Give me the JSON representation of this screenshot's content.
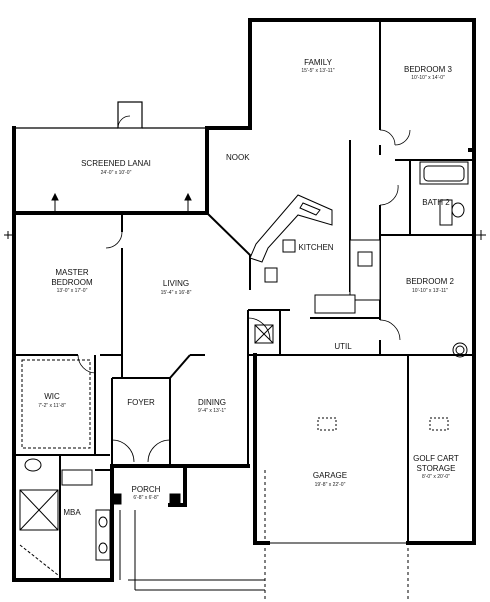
{
  "rooms": {
    "family": {
      "name": "FAMILY",
      "dims": "15'-5\" x 13'-11\""
    },
    "bedroom3": {
      "name": "BEDROOM 3",
      "dims": "10'-10\" x 14'-0\""
    },
    "lanai": {
      "name": "SCREENED LANAI",
      "dims": "24'-0\" x 10'-0\""
    },
    "nook": {
      "name": "NOOK"
    },
    "bath2": {
      "name": "BATH 2"
    },
    "kitchen": {
      "name": "KITCHEN"
    },
    "master": {
      "name1": "MASTER",
      "name2": "BEDROOM",
      "dims": "13'-0\" x 17'-0\""
    },
    "living": {
      "name": "LIVING",
      "dims": "15'-4\" x 16'-8\""
    },
    "bedroom2": {
      "name": "BEDROOM 2",
      "dims": "10'-10\" x 13'-11\""
    },
    "util": {
      "name": "UTIL"
    },
    "wic": {
      "name": "WIC",
      "dims": "7'-2\" x 11'-8\""
    },
    "foyer": {
      "name": "FOYER"
    },
    "dining": {
      "name": "DINING",
      "dims": "9'-4\" x 13'-1\""
    },
    "garage": {
      "name": "GARAGE",
      "dims": "19'-8\" x 22'-0\""
    },
    "golfcart": {
      "name1": "GOLF CART",
      "name2": "STORAGE",
      "dims": "8'-0\" x 20'-0\""
    },
    "porch": {
      "name": "PORCH",
      "dims": "6'-8\" x 6'-8\""
    },
    "mba": {
      "name": "MBA"
    }
  }
}
